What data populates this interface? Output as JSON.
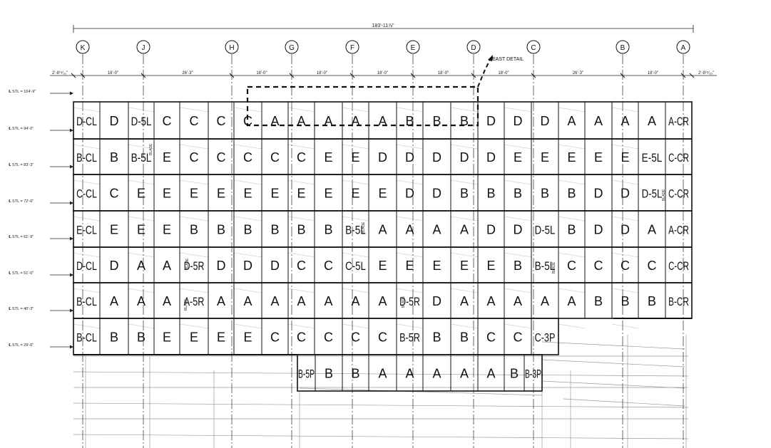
{
  "overall_dimension": "183'-11⅞\"",
  "grid_labels": [
    "K",
    "J",
    "H",
    "G",
    "F",
    "E",
    "D",
    "C",
    "B",
    "A"
  ],
  "spacings": [
    "18'-0\"",
    "26'-3\"",
    "18'-0\"",
    "18'-0\"",
    "18'-0\"",
    "18'-0\"",
    "18'-0\"",
    "26'-3\"",
    "18'-0\""
  ],
  "end_dimension_left": "2'-8¹⁵⁄₁₆\"",
  "end_dimension_right": "2'-8¹⁵⁄₁₆\"",
  "callout": "EAST DETAIL",
  "level_labels": [
    "℄ STL = 104'-9\"",
    "℄ STL = 94'-0\"",
    "℄ STL = 83'-3\"",
    "℄ STL = 72'-6\"",
    "℄ STL = 61'-9\"",
    "℄ STL = 51'-0\"",
    "℄ STL = 40'-3\"",
    "℄ STL = 29'-6\""
  ],
  "rows": [
    [
      "D-CL",
      "D",
      "D-5L",
      "C",
      "C",
      "C",
      "C",
      "A",
      "A",
      "A",
      "A",
      "A",
      "B",
      "B",
      "B",
      "D",
      "D",
      "D",
      "A",
      "A",
      "A",
      "A",
      "A-CR"
    ],
    [
      "B-CL",
      "B",
      "B-5L",
      "E",
      "C",
      "C",
      "C",
      "C",
      "C",
      "E",
      "E",
      "D",
      "D",
      "D",
      "D",
      "D",
      "E",
      "E",
      "E",
      "E",
      "E",
      "E-5L",
      "C-CR"
    ],
    [
      "C-CL",
      "C",
      "E",
      "E",
      "E",
      "E",
      "E",
      "E",
      "E",
      "E",
      "E",
      "E",
      "D",
      "D",
      "B",
      "B",
      "B",
      "B",
      "B",
      "D",
      "D",
      "D-5L",
      "C-CR"
    ],
    [
      "E-CL",
      "E",
      "E",
      "E",
      "B",
      "B",
      "B",
      "B",
      "B",
      "B",
      "B-5L",
      "A",
      "A",
      "A",
      "A",
      "D",
      "D",
      "D-5L",
      "B",
      "D",
      "D",
      "A",
      "A-CR"
    ],
    [
      "D-CL",
      "D",
      "A",
      "A",
      "D-5R",
      "D",
      "D",
      "D",
      "C",
      "C",
      "C-5L",
      "E",
      "E",
      "E",
      "E",
      "E",
      "B",
      "B-5L",
      "C",
      "C",
      "C",
      "C",
      "C-CR"
    ],
    [
      "B-CL",
      "A",
      "A",
      "A",
      "A-5R",
      "A",
      "A",
      "A",
      "A",
      "A",
      "A",
      "A",
      "D-5R",
      "D",
      "A",
      "A",
      "A",
      "A",
      "A",
      "B",
      "B",
      "B",
      "B-CR"
    ],
    [
      "B-CL",
      "B",
      "B",
      "E",
      "E",
      "E",
      "E",
      "C",
      "C",
      "C",
      "C",
      "C",
      "B-5R",
      "B",
      "B",
      "C",
      "C",
      "C-3P"
    ],
    [
      "B-5P",
      "B",
      "B",
      "A",
      "A",
      "A",
      "A",
      "A",
      "B",
      "B-3P"
    ]
  ],
  "blade_label": "BLADE"
}
